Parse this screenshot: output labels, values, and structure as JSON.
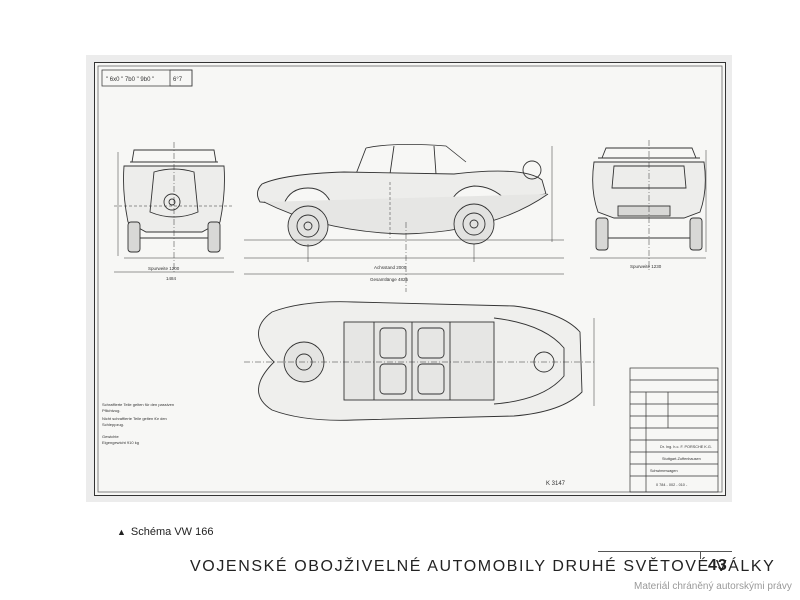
{
  "drawing": {
    "stamp_left": "\" 6x0 \" 7b0 \" 9b0 \"",
    "stamp_right": "6°7",
    "sheet_number": "K 3147",
    "dims": {
      "front_track": "Spurweite 1200",
      "front_width": "1484",
      "length_total": "Gesamtlänge 4825",
      "wheelbase": "Achsstand 2000",
      "rear_track": "Spurweite 1230"
    },
    "notes": [
      "Schraffierte Teile gelten für den passiven",
      "Pflichtzug.",
      "Nicht schraffierte Teile gelten für den",
      "Schleppzug.",
      "Gewichte",
      "Eigengewicht 910 kg"
    ],
    "title_block": {
      "company": "Dr. Ing. h.c. F. PORSCHE K.G.",
      "place": "Stuttgart-Zuffenhausen",
      "type": "Schwimmwagen",
      "number": "0 784 - 002 - 010 -"
    }
  },
  "caption": {
    "marker": "▲",
    "text": "Schéma VW 166"
  },
  "footer": {
    "title": "VOJENSKÉ OBOJŽIVELNÉ AUTOMOBILY DRUHÉ SVĚTOVÉ VÁLKY",
    "page_number": "43",
    "copyright": "Materiál chráněný autorskými právy"
  }
}
